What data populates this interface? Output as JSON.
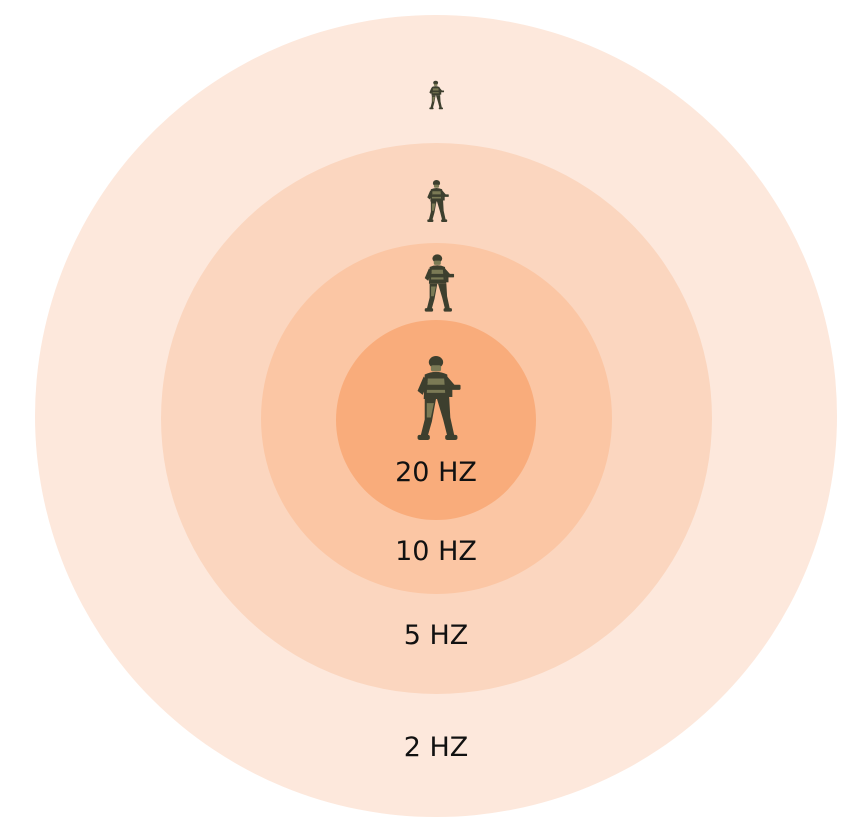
{
  "rings": [
    {
      "id": "2hz",
      "label": "2 HZ",
      "color": "#fde8dc"
    },
    {
      "id": "5hz",
      "label": "5 HZ",
      "color": "#fbd6bf"
    },
    {
      "id": "10hz",
      "label": "10 HZ",
      "color": "#fbc6a4"
    },
    {
      "id": "20hz",
      "label": "20 HZ",
      "color": "#f9ac7b"
    }
  ],
  "figure": {
    "icon": "soldier-icon",
    "primary_color": "#3d3f2e",
    "highlight_color": "#7b7a55"
  }
}
